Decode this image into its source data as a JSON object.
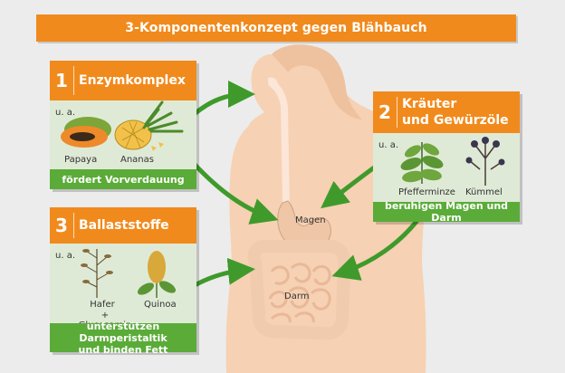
{
  "title": "3-Komponentenkonzept gegen Blähbauch",
  "cards": [
    {
      "number": "1",
      "title": "Enzymkomplex",
      "prefix": "u. a.",
      "items": [
        "Papaya",
        "Ananas"
      ],
      "footer": "fördert Vorverdauung"
    },
    {
      "number": "2",
      "title_line1": "Kräuter",
      "title_line2": "und Gewürzöle",
      "prefix": "u. a.",
      "items": [
        "Pfefferminze",
        "Kümmel"
      ],
      "footer": "beruhigen Magen und Darm"
    },
    {
      "number": "3",
      "title": "Ballaststoffe",
      "prefix": "u. a.",
      "items": [
        "Hafer",
        "+ Glucosamin",
        "Quinoa"
      ],
      "footer_line1": "unterstützen Darmperistaltik",
      "footer_line2": "und binden Fett"
    }
  ],
  "organs": {
    "stomach": "Magen",
    "intestine": "Darm"
  },
  "colors": {
    "orange": "#f18a1c",
    "green": "#5aab38",
    "light_green": "#dfead6",
    "skin": "#f6d1b3",
    "background": "#ececec"
  }
}
